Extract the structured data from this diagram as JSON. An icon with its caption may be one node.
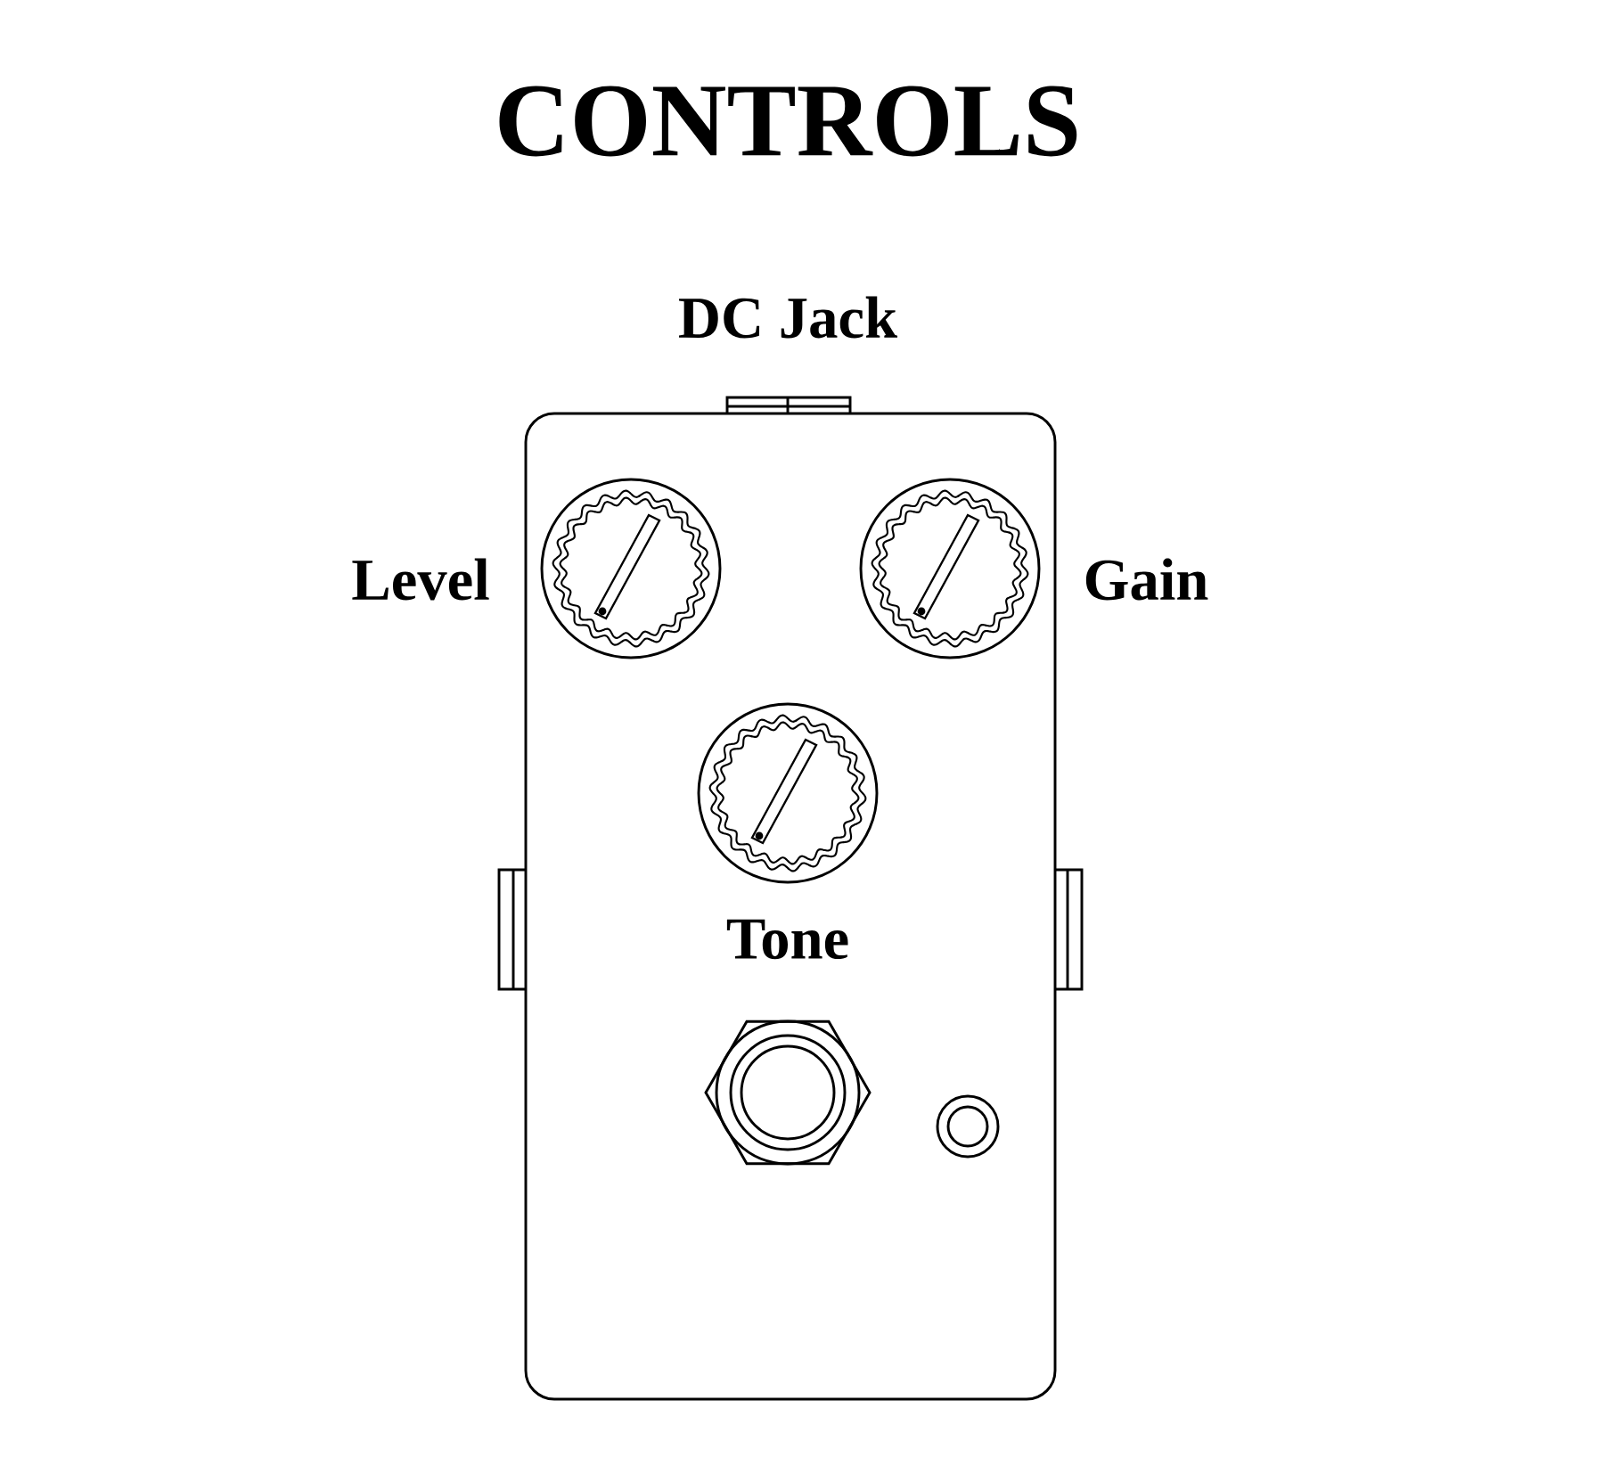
{
  "diagram": {
    "title": "CONTROLS",
    "labels": [
      "DC Jack",
      "Level",
      "Gain",
      "Tone"
    ]
  }
}
